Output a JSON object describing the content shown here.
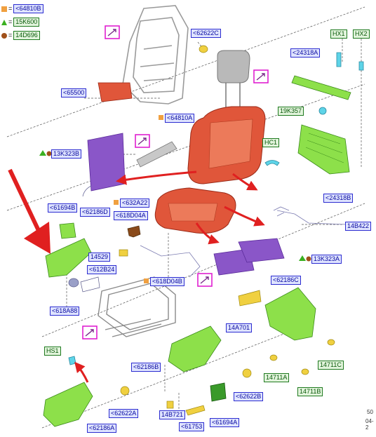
{
  "legend": [
    {
      "symbol": "square-orange",
      "code": "<64810B",
      "style": "blue"
    },
    {
      "symbol": "triangle-green",
      "code": "15K600",
      "style": "green"
    },
    {
      "symbol": "circle-brown",
      "code": "14D696",
      "style": "green"
    }
  ],
  "labels": {
    "l64810B": "<64810B",
    "l15K600": "15K600",
    "l14D696": "14D696",
    "l62622C": "<62622C",
    "lHX1": "HX1",
    "lHX2": "HX2",
    "l24318A": "<24318A",
    "l65500": "<65500",
    "l64810A": "<64810A",
    "l19K357": "19K357",
    "l13K323B": "13K323B",
    "lHC1": "HC1",
    "l632A22": "<632A22",
    "l61694B": "<61694B",
    "l62186D": "<62186D",
    "l618D04A": "<618D04A",
    "l24318B": "<24318B",
    "l14B422": "14B422",
    "l14529": "14529",
    "l612B24": "<612B24",
    "l13K323A": "13K323A",
    "l618D04B": "<618D04B",
    "l618A88": "<618A88",
    "l62186C": "<62186C",
    "l14A701": "14A701",
    "lHS1": "HS1",
    "l62186B": "<62186B",
    "l14711C": "14711C",
    "l14711A": "14711A",
    "l14711B": "14711B",
    "l62622B": "<62622B",
    "l62622A": "<62622A",
    "l14B721": "14B721",
    "l61753": "<61753",
    "l61694A": "<61694A",
    "l62186A": "<62186A"
  },
  "footer": {
    "line1": "50",
    "line2": "04-2"
  },
  "colors": {
    "blue_label": "#2c2cd0",
    "green_label": "#1f7a1f",
    "orange_part": "#e0563a",
    "green_part": "#8de04a",
    "purple_part": "#8a56c8",
    "red_arrow": "#e02020",
    "callout_magenta": "#e020d0"
  }
}
